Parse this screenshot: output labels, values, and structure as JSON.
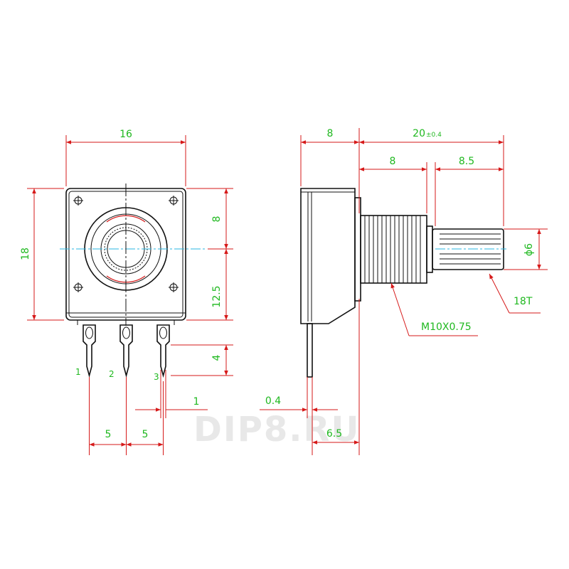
{
  "dimensions": {
    "front_width": "16",
    "front_height": "18",
    "front_top": "8",
    "front_bottom": "12.5",
    "pin_length": "4",
    "pin_thickness": "1",
    "pin_pitch_a": "5",
    "pin_pitch_b": "5",
    "side_body": "8",
    "side_total_main": "20",
    "side_total_tol": "±0.4",
    "side_thread": "8",
    "side_shaft": "8.5",
    "shaft_dia": "ϕ6",
    "knurl": "18T",
    "thread": "M10X0.75",
    "side_pin_thick": "0.4",
    "side_pin_offset": "6.5"
  },
  "pins": [
    "1",
    "2",
    "3"
  ],
  "watermark": "DIP8.RU",
  "colors": {
    "dimension_line": "#d61a1a",
    "dimension_text": "#1fb81f",
    "center_line": "#2ab4e0",
    "outline": "#111111"
  }
}
